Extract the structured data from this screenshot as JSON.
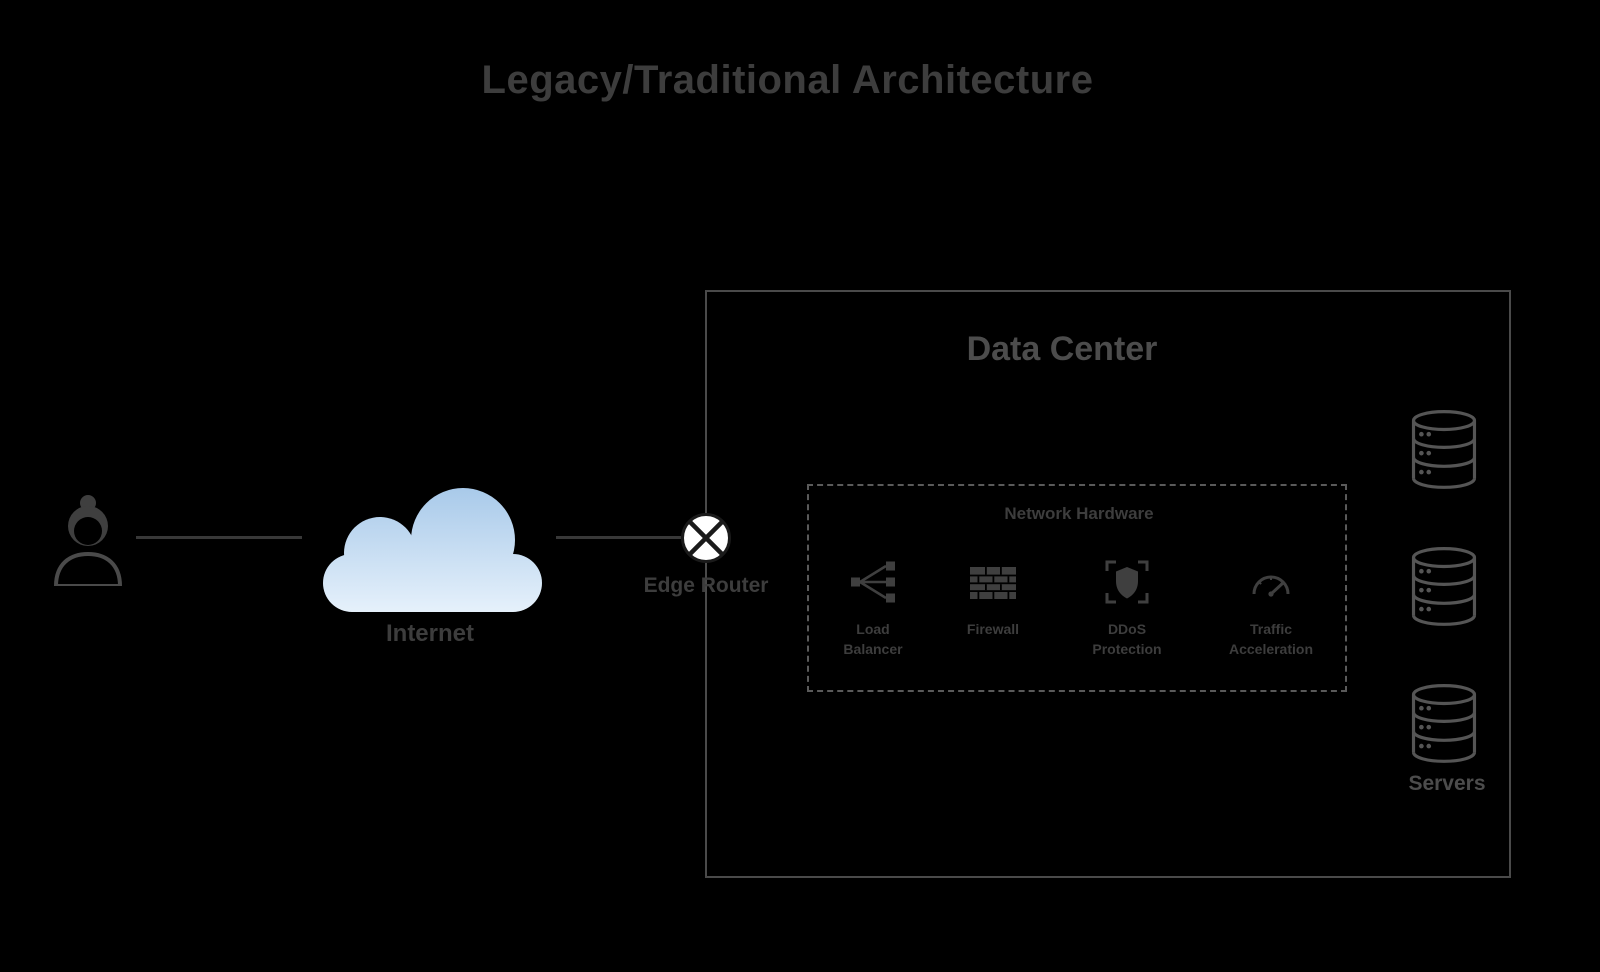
{
  "title": "Legacy/Traditional Architecture",
  "user": {
    "icon": "person-icon"
  },
  "internet": {
    "label": "Internet",
    "icon": "cloud-icon"
  },
  "edge_router": {
    "label": "Edge Router",
    "icon": "crossed-circle-router-icon"
  },
  "data_center": {
    "title": "Data Center",
    "network_hardware": {
      "title": "Network Hardware",
      "items": [
        {
          "label": "Load Balancer",
          "icon": "load-balancer-icon"
        },
        {
          "label": "Firewall",
          "icon": "firewall-icon"
        },
        {
          "label": "DDoS Protection",
          "icon": "ddos-protection-icon"
        },
        {
          "label": "Traffic Acceleration",
          "icon": "traffic-acceleration-icon"
        }
      ]
    },
    "servers": {
      "label": "Servers",
      "count": 3,
      "icon": "database-icon"
    }
  },
  "colors": {
    "background": "#000000",
    "heading_text": "#3d3d3d",
    "secondary_text": "#4c4c4c",
    "connector_line": "#383838",
    "box_border": "#4a4a4a",
    "dashed_border": "#5a5a5a",
    "icon_dark": "#3f3f3f",
    "person_stroke": "#4a4a4a",
    "server_stroke": "#555555",
    "router_fill": "#ffffff",
    "router_stroke": "#1a1a1a",
    "cloud_gradient_top": "#a6c8e9",
    "cloud_gradient_bottom": "#e6f1fb"
  }
}
